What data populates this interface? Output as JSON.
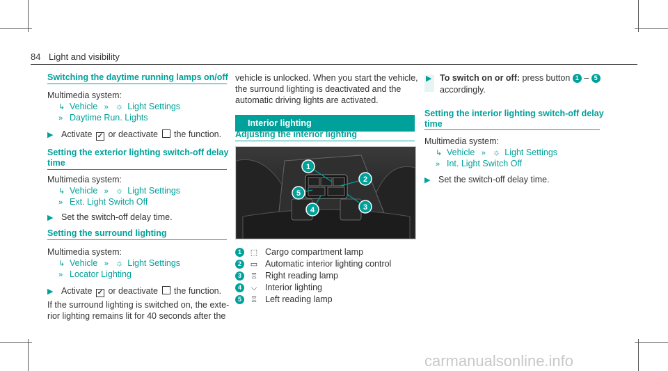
{
  "header": {
    "page_number": "84",
    "title": "Light and visibility"
  },
  "col1": {
    "s1": {
      "title": "Switching the daytime running lamps on/off",
      "system_label": "Multimedia system:",
      "path1": "Vehicle",
      "path2": "Light Settings",
      "path3": "Daytime Run. Lights",
      "step_a": "Activate",
      "step_b": "or deactivate",
      "step_c": "the function."
    },
    "s2": {
      "title_line1": "Setting the exterior lighting switch-off delay",
      "title_line2": "time",
      "system_label": "Multimedia system:",
      "path1": "Vehicle",
      "path2": "Light Settings",
      "path3": "Ext. Light Switch Off",
      "step": "Set the switch-off delay time."
    },
    "s3": {
      "title": "Setting the surround lighting",
      "system_label": "Multimedia system:",
      "path1": "Vehicle",
      "path2": "Light Settings",
      "path3": "Locator Lighting",
      "step_a": "Activate",
      "step_b": "or deactivate",
      "step_c": "the function.",
      "para_line1": "If the surround lighting is switched on, the exte-",
      "para_line2": "rior lighting remains lit for 40 seconds after the"
    }
  },
  "col2": {
    "para_line1": "vehicle is unlocked. When you start the vehicle,",
    "para_line2": "the surround lighting is deactivated and the",
    "para_line3": "automatic driving lights are activated.",
    "banner": "Interior lighting",
    "sub_title": "Adjusting the interior lighting",
    "legend": [
      {
        "num": "1",
        "text": "Cargo compartment lamp"
      },
      {
        "num": "2",
        "text": "Automatic interior lighting control"
      },
      {
        "num": "3",
        "text": "Right reading lamp"
      },
      {
        "num": "4",
        "text": "Interior lighting"
      },
      {
        "num": "5",
        "text": "Left reading lamp"
      }
    ],
    "photo_callouts": [
      "1",
      "2",
      "3",
      "4",
      "5"
    ]
  },
  "col3": {
    "step_bold": "To switch on or off:",
    "step_rest": "press button",
    "btn_from": "1",
    "dash": "–",
    "btn_to": "5",
    "step_line2": "accordingly.",
    "s4": {
      "title_line1": "Setting the interior lighting switch-off delay",
      "title_line2": "time",
      "system_label": "Multimedia system:",
      "path1": "Vehicle",
      "path2": "Light Settings",
      "path3": "Int. Light Switch Off",
      "step": "Set the switch-off delay time."
    }
  },
  "footer": {
    "watermark": "carmanualsonline.info"
  },
  "colors": {
    "accent": "#00a19a",
    "text": "#333333"
  }
}
